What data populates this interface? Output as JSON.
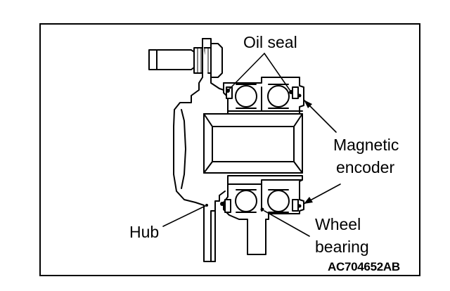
{
  "labels": {
    "oil_seal": "Oil seal",
    "magnetic_line1": "Magnetic",
    "magnetic_line2": "encoder",
    "hub": "Hub",
    "wheel_line1": "Wheel",
    "wheel_line2": "bearing",
    "figure_code": "AC704652AB"
  },
  "colors": {
    "ink": "#000000",
    "paper": "#ffffff",
    "shade": "#e6e6e6"
  }
}
